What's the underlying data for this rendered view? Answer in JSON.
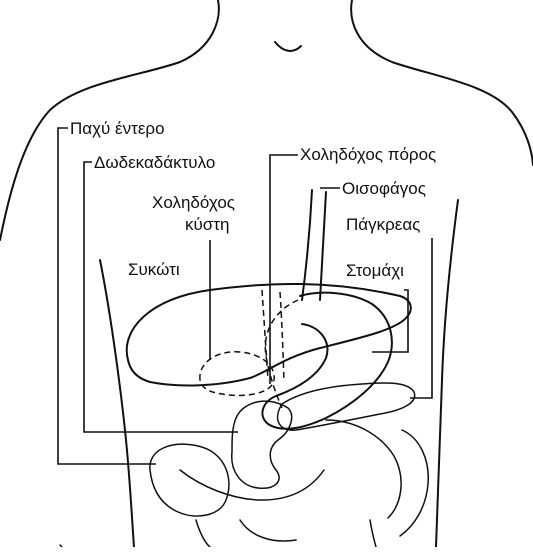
{
  "labels": {
    "large_intestine": "Παχύ έντερο",
    "duodenum": "Δωδεκαδάκτυλο",
    "bile_duct": "Χοληδόχος πόρος",
    "esophagus": "Οισοφάγος",
    "gallbladder_line1": "Χοληδόχος",
    "gallbladder_line2": "κύστη",
    "pancreas": "Πάγκρεας",
    "liver": "Συκώτι",
    "stomach": "Στομάχι"
  }
}
